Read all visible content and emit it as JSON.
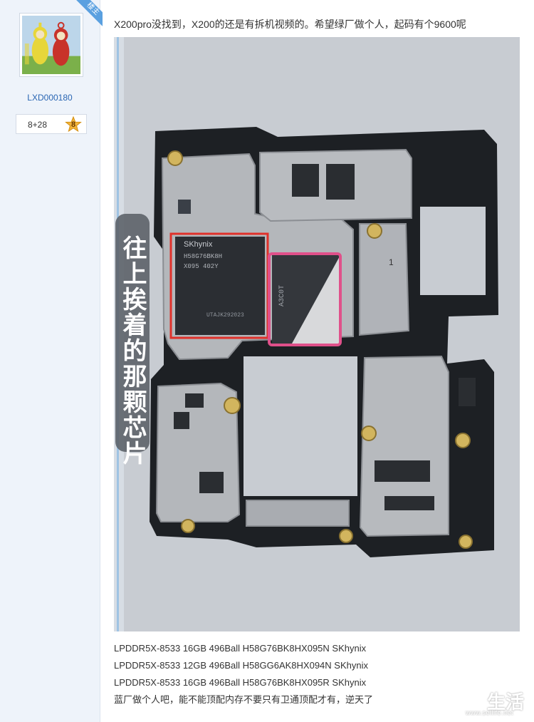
{
  "user": {
    "badge": "楼主",
    "username": "LXD000180",
    "stats": "8+28",
    "level": "8"
  },
  "post": {
    "title": "X200pro没找到，X200的还是有拆机视频的。希望绿厂做个人，起码有个9600呢",
    "image": {
      "overlay_text": "往上挨着的那颗芯片",
      "chip_brand": "SKhynix",
      "chip_model": "H58G76BK8H",
      "chip_code": "X095  402Y",
      "chip_serial": "UTAJK292023",
      "soc_marking": "A3C0T",
      "board_mark": "1",
      "colors": {
        "highlight_red": "#e0302a",
        "highlight_pink": "#e0508a"
      }
    },
    "lines": [
      "LPDDR5X-8533 16GB 496Ball H58G76BK8HX095N SKhynix",
      "LPDDR5X-8533 12GB 496Ball H58GG6AK8HX094N SKhynix",
      "LPDDR5X-8533 16GB 496Ball H58G76BK8HX095R SKhynix",
      "蓝厂做个人吧，能不能顶配内存不要只有卫通顶配才有，逆天了"
    ]
  },
  "watermark": {
    "text": "生活",
    "url": "www.sellife.net"
  }
}
